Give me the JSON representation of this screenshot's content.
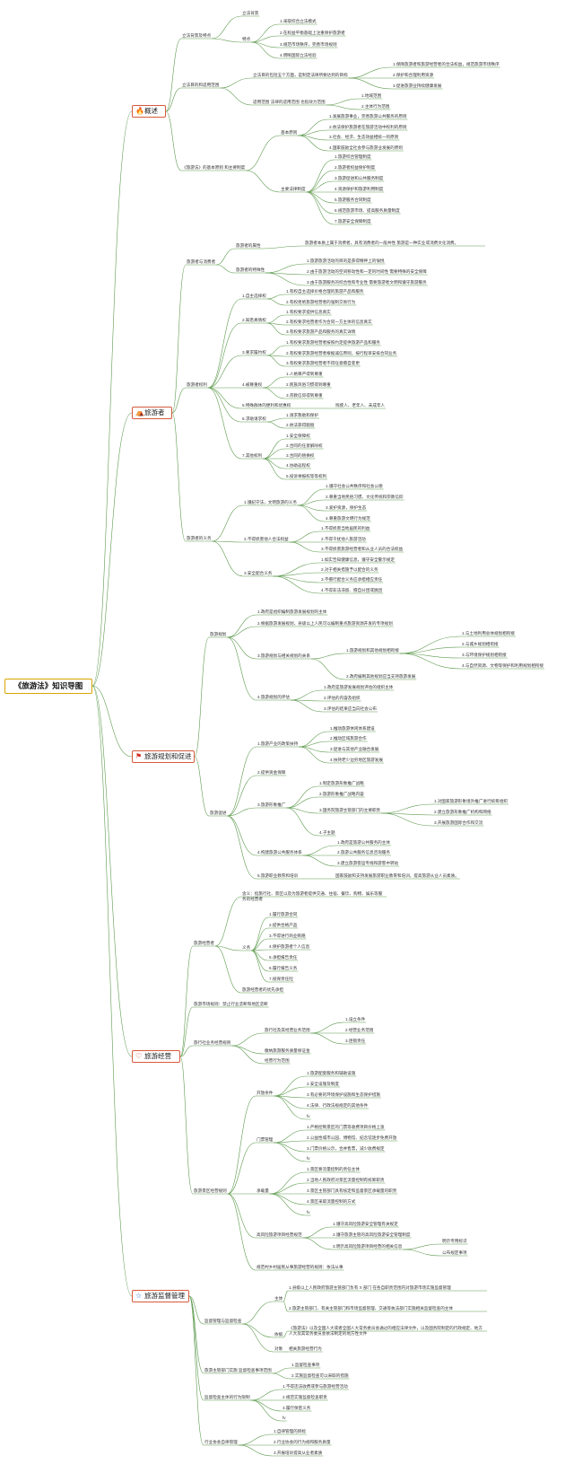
{
  "root": "《旅游法》知识导图",
  "branches": [
    {
      "label": "概述",
      "icon": "flame-icon",
      "glyph": "🔥"
    },
    {
      "label": "旅游者",
      "icon": "hike-icon",
      "glyph": "⛺"
    },
    {
      "label": "旅游规划和促进",
      "icon": "flag-icon",
      "glyph": "⚑"
    },
    {
      "label": "旅游经营",
      "icon": "heart-icon",
      "glyph": "♡"
    },
    {
      "label": "旅游监督管理",
      "icon": "star-icon",
      "glyph": "☆"
    }
  ],
  "nodes": [
    {
      "id": "a1",
      "t": "立法背景及特点"
    },
    {
      "id": "a1a",
      "t": "立法背景"
    },
    {
      "id": "a1b",
      "t": "特点"
    },
    {
      "id": "a1b1",
      "t": "1.采取综合立法模式"
    },
    {
      "id": "a1b2",
      "t": "2.在权益平衡基础上注重保护旅游者"
    },
    {
      "id": "a1b3",
      "t": "3.规范市场秩序，完善市场规则"
    },
    {
      "id": "a1b4",
      "t": "4.明晰国际立法经验"
    },
    {
      "id": "a2",
      "t": "立法目的和适用范围"
    },
    {
      "id": "a2a",
      "t": "立法目的包括五个方面，是制定法律所要达到的目标"
    },
    {
      "id": "a2a1",
      "t": "1.保障旅游者和旅游经营者的合法权益，规范旅游市场秩序"
    },
    {
      "id": "a2a2",
      "t": "2.保护和合理利用资源"
    },
    {
      "id": "a2a3",
      "t": "3.促进旅游业持续健康发展"
    },
    {
      "id": "a2b",
      "t": "适用范围 法律的适用范围 也指效力范围"
    },
    {
      "id": "a2b1",
      "t": "1.地域范围"
    },
    {
      "id": "a2b2",
      "t": "2.主体行为范围"
    },
    {
      "id": "a3",
      "t": "《旅游法》的基本原则 和主要制度"
    },
    {
      "id": "a3a",
      "t": "基本原则"
    },
    {
      "id": "a3a1",
      "t": "1.发展旅游事业，完善旅游公共服务的原则"
    },
    {
      "id": "a3a2",
      "t": "2.依法保护旅游者在旅游活动中权利的原则"
    },
    {
      "id": "a3a3",
      "t": "3.社会、经济、生态效益相统一的原则"
    },
    {
      "id": "a3a4",
      "t": "4.国家鼓励全社会参与旅游业发展的原则"
    },
    {
      "id": "a3b",
      "t": "主要法律制度"
    },
    {
      "id": "a3b1",
      "t": "1.旅游综合管理制度"
    },
    {
      "id": "a3b2",
      "t": "2.旅游者权益保护制度"
    },
    {
      "id": "a3b3",
      "t": "3.旅游促进和公共服务制度"
    },
    {
      "id": "a3b4",
      "t": "4.资源保护和旅游利用制度"
    },
    {
      "id": "a3b5",
      "t": "5.旅游服务合同制度"
    },
    {
      "id": "a3b6",
      "t": "6.规范旅游市场、提高服务质量制度"
    },
    {
      "id": "a3b7",
      "t": "7.旅游安全保障制度"
    },
    {
      "id": "b1",
      "t": "旅游者与消费者"
    },
    {
      "id": "b1a",
      "t": "旅游者的属性"
    },
    {
      "id": "b1a1",
      "t": "旅游者本质上属于消费者，具有消费者的一般共性 旅游是一种实业或消费文化消费。"
    },
    {
      "id": "b1b",
      "t": "旅游者的特殊性"
    },
    {
      "id": "b1b1",
      "t": "1.旅游旅游活动的目的是获得精神上的愉悦"
    },
    {
      "id": "b1b2",
      "t": "2.由于旅游活动的空间移动性和一定的时间性 需要特殊的安全保障"
    },
    {
      "id": "b1b3",
      "t": "3.由于旅游服务的综合性和专业性 需要旅游者文明和遵守旅游服务"
    },
    {
      "id": "b2",
      "t": "旅游者权利"
    },
    {
      "id": "b2a",
      "t": "1.自主选择权"
    },
    {
      "id": "b2a1",
      "t": "1.有权自主选择价格合理的旅游产品和服务"
    },
    {
      "id": "b2a2",
      "t": "2.有权拒绝旅游经营者的强制交易行为"
    },
    {
      "id": "b2b",
      "t": "2.知悉真情权"
    },
    {
      "id": "b2b1",
      "t": "1.有权要求提供信息真实"
    },
    {
      "id": "b2b2",
      "t": "2.有权要求经营者作为合同一方主体的信息真实"
    },
    {
      "id": "b2b3",
      "t": "3.有权要求旅游产品和服务的真实详情"
    },
    {
      "id": "b2c",
      "t": "3.要求履约权"
    },
    {
      "id": "b2c1",
      "t": "1.有权要求旅游经营者按照约定提供旅游产品和服务"
    },
    {
      "id": "b2c2",
      "t": "2.有权要求旅游经营者根据诚信原则，按行程单安排合同业务"
    },
    {
      "id": "b2c3",
      "t": "3.有权要求旅游经营者不得任意擅自变更"
    },
    {
      "id": "b2d",
      "t": "4.被尊重权"
    },
    {
      "id": "b2d1",
      "t": "1.人格尊严得到尊重"
    },
    {
      "id": "b2d2",
      "t": "2.民族风俗习惯得到尊重"
    },
    {
      "id": "b2d3",
      "t": "3.宗教信仰得到尊重"
    },
    {
      "id": "b2e",
      "t": "5.特殊群体的便利和优惠权"
    },
    {
      "id": "b2e1",
      "t": "残疾人、老年人、未成年人"
    },
    {
      "id": "b2f",
      "t": "6.求助请求权"
    },
    {
      "id": "b2f1",
      "t": "1.请求救助和保护"
    },
    {
      "id": "b2f2",
      "t": "2.依法获得赔偿"
    },
    {
      "id": "b2g",
      "t": "7.其他权利"
    },
    {
      "id": "b2g1",
      "t": "1.安全保障权"
    },
    {
      "id": "b2g2",
      "t": "2.合同的任意解除权"
    },
    {
      "id": "b2g3",
      "t": "3.合同的替换权"
    },
    {
      "id": "b2g4",
      "t": "4.协助返程权"
    },
    {
      "id": "b2g5",
      "t": "5.投诉举报权等等权利"
    },
    {
      "id": "b3",
      "t": "旅游者的义务"
    },
    {
      "id": "b3a",
      "t": "1.遵纪守法，文明旅游的义务"
    },
    {
      "id": "b3a1",
      "t": "1.遵守社会公共秩序和社会公德"
    },
    {
      "id": "b3a2",
      "t": "2.尊重当地民俗习惯、文化传统和宗教信仰"
    },
    {
      "id": "b3a3",
      "t": "3.爱护资源，保护生态"
    },
    {
      "id": "b3a4",
      "t": "4.尊重旅游文明行为规范"
    },
    {
      "id": "b3b",
      "t": "2.不得损害他人合法权益"
    },
    {
      "id": "b3b1",
      "t": "1.不得损害当地居民的利益"
    },
    {
      "id": "b3b2",
      "t": "2.不得干扰他人旅游活动"
    },
    {
      "id": "b3b3",
      "t": "3.不得损害旅游经营者和从业人员的合法权益"
    },
    {
      "id": "b3c",
      "t": "3.安全配合义务"
    },
    {
      "id": "b3c1",
      "t": "1.如实告知健康信息，遵守安全警示规定"
    },
    {
      "id": "b3c2",
      "t": "2.对于相关措施予以配合的义务"
    },
    {
      "id": "b3c3",
      "t": "3.不擅行配合义务应承担相应责任"
    },
    {
      "id": "b3c4",
      "t": "4.不得非法滞留、擅自分团或脱团"
    },
    {
      "id": "c1",
      "t": "旅游规划"
    },
    {
      "id": "c1a",
      "t": "1.政府是组织编制旅游发展规划的主体"
    },
    {
      "id": "c1b",
      "t": "2.根据旅游发展规划，县级以上人民可以编制重点旅游资源开发的专项规划"
    },
    {
      "id": "c1c",
      "t": "3.旅游规划与相关规划的关系"
    },
    {
      "id": "c1c1",
      "t": "1.旅游规划和其他规划相衔接"
    },
    {
      "id": "c1c1a",
      "t": "1.与土地利用总体规划相衔接"
    },
    {
      "id": "c1c1b",
      "t": "2.与城乡规划相衔接"
    },
    {
      "id": "c1c1c",
      "t": "3.与环境保护规划相衔接"
    },
    {
      "id": "c1c1d",
      "t": "4.与自然资源、文物等保护和利用规划相衔接"
    },
    {
      "id": "c1c2",
      "t": "2.政府编制其他规划应当支持旅游发展"
    },
    {
      "id": "c1d",
      "t": "4.旅游规划的评估"
    },
    {
      "id": "c1d1",
      "t": "1.政府是旅游发展规划评估的组织主体"
    },
    {
      "id": "c1d2",
      "t": "2.评估的内容及组织"
    },
    {
      "id": "c1d3",
      "t": "3.评估的结果应当向社会公布"
    },
    {
      "id": "c2",
      "t": "旅游促进"
    },
    {
      "id": "c2a",
      "t": "1.旅游产业的政策扶持"
    },
    {
      "id": "c2a1",
      "t": "1.推动旅游休闲体系建设"
    },
    {
      "id": "c2a2",
      "t": "2.推动区域旅游合作"
    },
    {
      "id": "c2a3",
      "t": "3.促进与其他产业融合发展"
    },
    {
      "id": "c2a4",
      "t": "4.扶持老少边穷地区旅游发展"
    },
    {
      "id": "c2b",
      "t": "2.提供资金保障"
    },
    {
      "id": "c2c",
      "t": "3.旅游形象推广"
    },
    {
      "id": "c2c1",
      "t": "1.制定旅游形象推广战略"
    },
    {
      "id": "c2c2",
      "t": "2.旅游形象推广战略内容"
    },
    {
      "id": "c2c3",
      "t": "3.国务院旅游主管部门的主要职责"
    },
    {
      "id": "c2c3a",
      "t": "1.对国家旅游形象境外推广进行统筹组织"
    },
    {
      "id": "c2c3b",
      "t": "2.建立旅游形象推广机构和网络"
    },
    {
      "id": "c2c3c",
      "t": "3.开展旅游国际合作和交流"
    },
    {
      "id": "c2c4",
      "t": "4.子主题"
    },
    {
      "id": "c2d",
      "t": "4.构建旅游公共服务体系"
    },
    {
      "id": "c2d1",
      "t": "1.政府是旅游公共服务的主体"
    },
    {
      "id": "c2d2",
      "t": "2.旅游公共服务信息咨询服务"
    },
    {
      "id": "c2d3",
      "t": "3.建立旅游客运专线和游客中转站"
    },
    {
      "id": "c2e",
      "t": "5.旅游职业教育和培训"
    },
    {
      "id": "c2e1",
      "t": "国家鼓励和支持发展旅游职业教育和培训，提高旅游从业人员素质。"
    },
    {
      "id": "d1",
      "t": "旅游经营者"
    },
    {
      "id": "d1a",
      "t": "含义：指旅行社、景区以及为旅游者提供交通、住宿、餐饮、购物、娱乐等服务的经营者"
    },
    {
      "id": "d1b",
      "t": "义务"
    },
    {
      "id": "d1b1",
      "t": "1.履行旅游合同"
    },
    {
      "id": "d1b2",
      "t": "2.提供合格产品"
    },
    {
      "id": "d1b3",
      "t": "3.不得进行商业贿赂"
    },
    {
      "id": "d1b4",
      "t": "4.保护旅游者个人信息"
    },
    {
      "id": "d1b5",
      "t": "5.承担报告责任"
    },
    {
      "id": "d1b6",
      "t": "6.履行报告义务"
    },
    {
      "id": "d1b7",
      "t": "7.投保责任险"
    },
    {
      "id": "d1c",
      "t": "旅游经营者的优先承担"
    },
    {
      "id": "d2",
      "t": "旅游市场规则：禁止行业垄断和地区垄断"
    },
    {
      "id": "d3",
      "t": "旅行社业务经营规则"
    },
    {
      "id": "d3a",
      "t": "旅行社及其经营业务范围"
    },
    {
      "id": "d3a1",
      "t": "1.设立条件"
    },
    {
      "id": "d3a2",
      "t": "2.经营业务范围"
    },
    {
      "id": "d3a3",
      "t": "3.连锁责任"
    },
    {
      "id": "d3b",
      "t": "缴纳旅游服务质量保证金"
    },
    {
      "id": "d3c",
      "t": "经营行为范围"
    },
    {
      "id": "d4",
      "t": "旅游景区经营规则"
    },
    {
      "id": "d4a",
      "t": "开放条件"
    },
    {
      "id": "d4a1",
      "t": "1.旅游配套服务和辅助设施"
    },
    {
      "id": "d4a2",
      "t": "2.安全设施及制度"
    },
    {
      "id": "d4a3",
      "t": "3.有必要的环境保护设施和生态保护措施"
    },
    {
      "id": "d4a4",
      "t": "4.法律、行政法规规定的其他条件"
    },
    {
      "id": "d4a5",
      "t": "fv"
    },
    {
      "id": "d4b",
      "t": "门票管理"
    },
    {
      "id": "d4b1",
      "t": "1.严格控制景区的门票等收费项目价格上涨"
    },
    {
      "id": "d4b2",
      "t": "2.公益性城市公园、博物馆、纪念馆逐步免费开放"
    },
    {
      "id": "d4b3",
      "t": "3.门票价格公示，合并售票，减少收费规定"
    },
    {
      "id": "d4b4",
      "t": "fv"
    },
    {
      "id": "d4c",
      "t": "承载量"
    },
    {
      "id": "d4c1",
      "t": "1.景区要流量控制的责任主体"
    },
    {
      "id": "d4c2",
      "t": "2.当地人民政府对景区流量控制有统筹职责"
    },
    {
      "id": "d4c3",
      "t": "3.景区主管部门具有核定和监督景区承载量的职责"
    },
    {
      "id": "d4c4",
      "t": "4.景区采取流量控制的方式"
    },
    {
      "id": "d4c5",
      "t": "fv"
    },
    {
      "id": "d4d",
      "t": "高风险旅游项目经营规范"
    },
    {
      "id": "d4d1",
      "t": "1.遵守高风险旅游安全管理有关规定"
    },
    {
      "id": "d4d2",
      "t": "2.遵守旅游主管的高风险旅游安全管理制度"
    },
    {
      "id": "d4d3",
      "t": "3.明示高风险旅游项目经营的相关信息"
    },
    {
      "id": "d4d3a",
      "t": "明示专用标识"
    },
    {
      "id": "d4d3b",
      "t": "公布规定事项"
    },
    {
      "id": "d4e",
      "t": "规范村乡村居民从事旅游经营的规则：依法从事"
    },
    {
      "id": "e1",
      "t": "监督管理与监督检查"
    },
    {
      "id": "e1a",
      "t": "主体"
    },
    {
      "id": "e1a1",
      "t": "1.县级以上人民政府旅游主管部门负有 X 部门 在各自职责范围内对旅游市场实施监督管理"
    },
    {
      "id": "e1a2",
      "t": "2.旅游主管部门、有关主管部门和市场监督管理、交通等执法部门实施相关监督检查的主体"
    },
    {
      "id": "e1b",
      "t": "依据"
    },
    {
      "id": "e1b1",
      "t": "《旅游法》以及全国人大或者全国人大常务委员会通过的相应法律文件，以及国务院制定的行政规定、地方人大及其常务委员会依法制定的地方性文件"
    },
    {
      "id": "e1c",
      "t": "对象"
    },
    {
      "id": "e1c1",
      "t": "相关旅游经营行为"
    },
    {
      "id": "e2",
      "t": "旅游主管部门实施 监督检查事项范围"
    },
    {
      "id": "e2a",
      "t": "1.监督检查事项"
    },
    {
      "id": "e2b",
      "t": "2.实施监督检查可以采取的措施"
    },
    {
      "id": "e3",
      "t": "监督检查主体的行为限制"
    },
    {
      "id": "e3a",
      "t": "1.不得违法收费或参与旅游经营活动"
    },
    {
      "id": "e3b",
      "t": "2.规范实施监督检查职责"
    },
    {
      "id": "e3c",
      "t": "3.履行保密义务"
    },
    {
      "id": "e3d",
      "t": "fv"
    },
    {
      "id": "e4",
      "t": "行业协会自律管理"
    },
    {
      "id": "e4a",
      "t": "1.自律管理的目标"
    },
    {
      "id": "e4b",
      "t": "2.行业协会的行为规和服务质量"
    },
    {
      "id": "e4c",
      "t": "3.开展培训提高从业者素质"
    }
  ]
}
